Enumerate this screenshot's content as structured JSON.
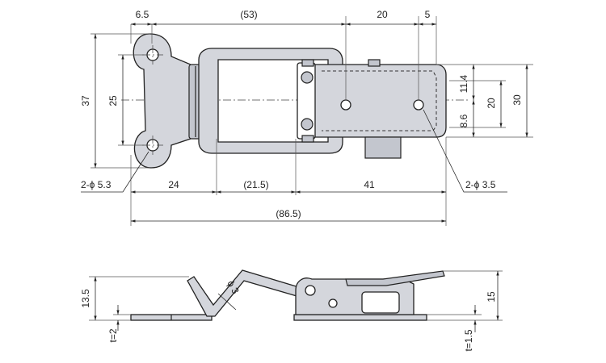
{
  "title": "",
  "colors": {
    "line": "#222222",
    "metal": "#d4d6dc",
    "metal_dark": "#c3c6ce",
    "background": "#ffffff"
  },
  "top_view": {
    "dims_top": {
      "flange_width": "6.5",
      "loop_length": "(53)",
      "hole_to_hole": "20",
      "hole_offset": "5"
    },
    "dims_left": {
      "overall_height": "37",
      "hole_pitch": "25"
    },
    "dims_right": {
      "upper": "11.4",
      "lower": "8.6",
      "hook_span": "20",
      "overall": "30"
    },
    "dims_bottom": {
      "seg1": "24",
      "seg2": "(21.5)",
      "seg3": "41",
      "overall_length": "(86.5)"
    },
    "callouts": {
      "mount_holes": "2-ϕ 5.3",
      "catch_holes": "2-ϕ 3.5"
    }
  },
  "side_view": {
    "height_left": "13.5",
    "thickness_left": "t=2",
    "wire_diameter": "ϕ 3",
    "height_right": "15",
    "thickness_right": "t=1.5"
  }
}
